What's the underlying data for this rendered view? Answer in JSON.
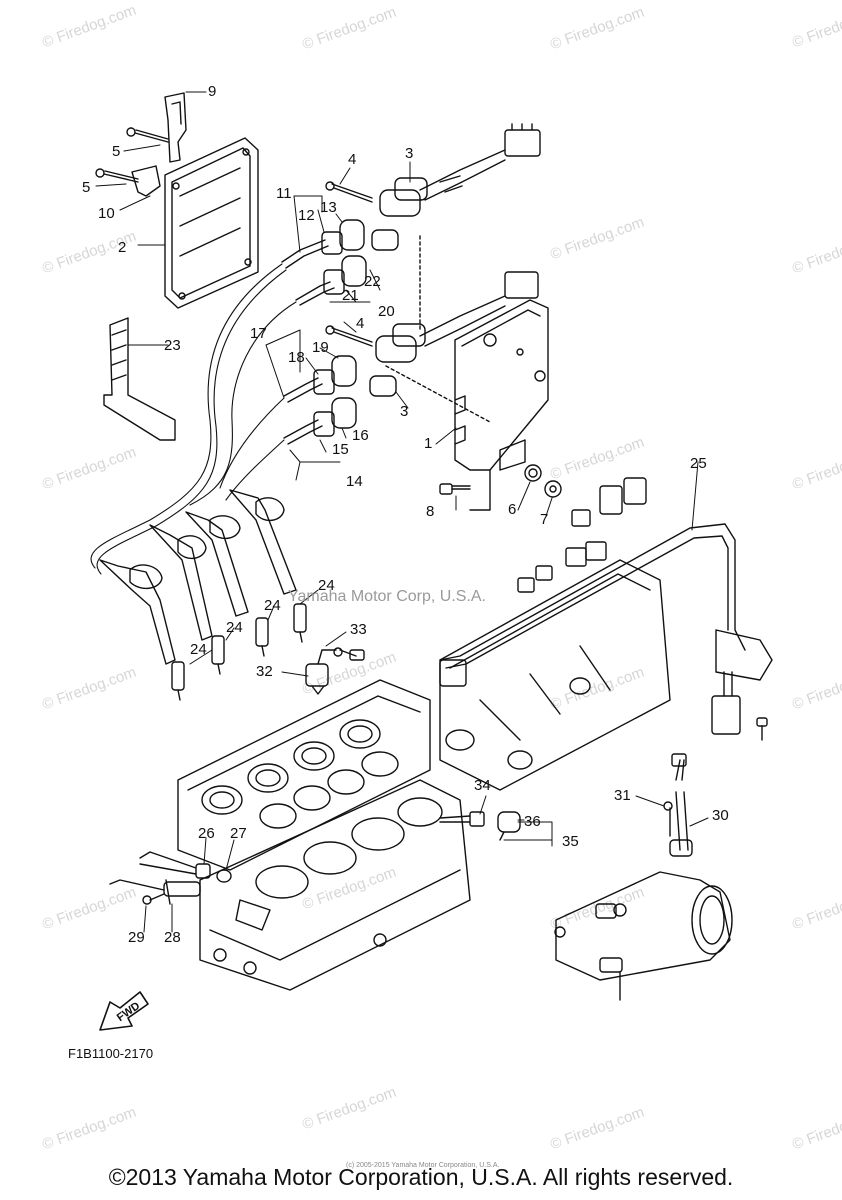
{
  "watermarks": [
    "© Firedog.com"
  ],
  "center_watermark": "Yamaha Motor Corp, U.S.A.",
  "diagram_code": "F1B1100-2170",
  "fwd_label": "FWD",
  "copyright": "©2013 Yamaha Motor Corporation, U.S.A. All rights reserved.",
  "footer_small": "(c) 2005-2015 Yamaha Motor Corporation, U.S.A.",
  "callouts": {
    "c1": "1",
    "c2": "2",
    "c3a": "3",
    "c3b": "3",
    "c4a": "4",
    "c4b": "4",
    "c5a": "5",
    "c5b": "5",
    "c6": "6",
    "c7": "7",
    "c8": "8",
    "c9": "9",
    "c10": "10",
    "c11": "11",
    "c12": "12",
    "c13": "13",
    "c14": "14",
    "c15": "15",
    "c16": "16",
    "c17": "17",
    "c18": "18",
    "c19": "19",
    "c20": "20",
    "c21": "21",
    "c22": "22",
    "c23": "23",
    "c24a": "24",
    "c24b": "24",
    "c24c": "24",
    "c24d": "24",
    "c25": "25",
    "c26": "26",
    "c27": "27",
    "c28": "28",
    "c29": "29",
    "c30": "30",
    "c31": "31",
    "c32": "32",
    "c33": "33",
    "c34": "34",
    "c35": "35",
    "c36": "36"
  }
}
